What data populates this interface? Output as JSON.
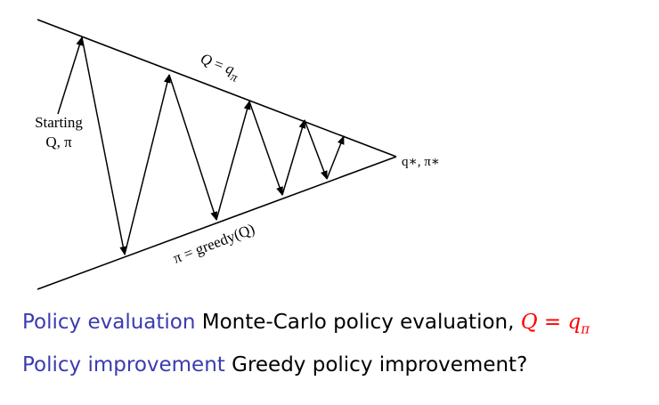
{
  "diagram": {
    "start_label_line1": "Starting",
    "start_label_line2": "Q, π",
    "top_label_lhs": "Q",
    "top_label_eq": " = ",
    "top_label_q": "q",
    "top_label_sub": "π",
    "bottom_label": "π = greedy(Q)",
    "apex_label": "q∗, π∗"
  },
  "rows": [
    {
      "term": "Policy evaluation",
      "description": "Monte-Carlo policy evaluation, ",
      "highlight": "Q = q",
      "highlight_sub": "π"
    },
    {
      "term": "Policy improvement",
      "description": "Greedy policy improvement?"
    }
  ],
  "colors": {
    "term": "#3b3bb0",
    "highlight": "#ff0000",
    "ink": "#000000"
  }
}
